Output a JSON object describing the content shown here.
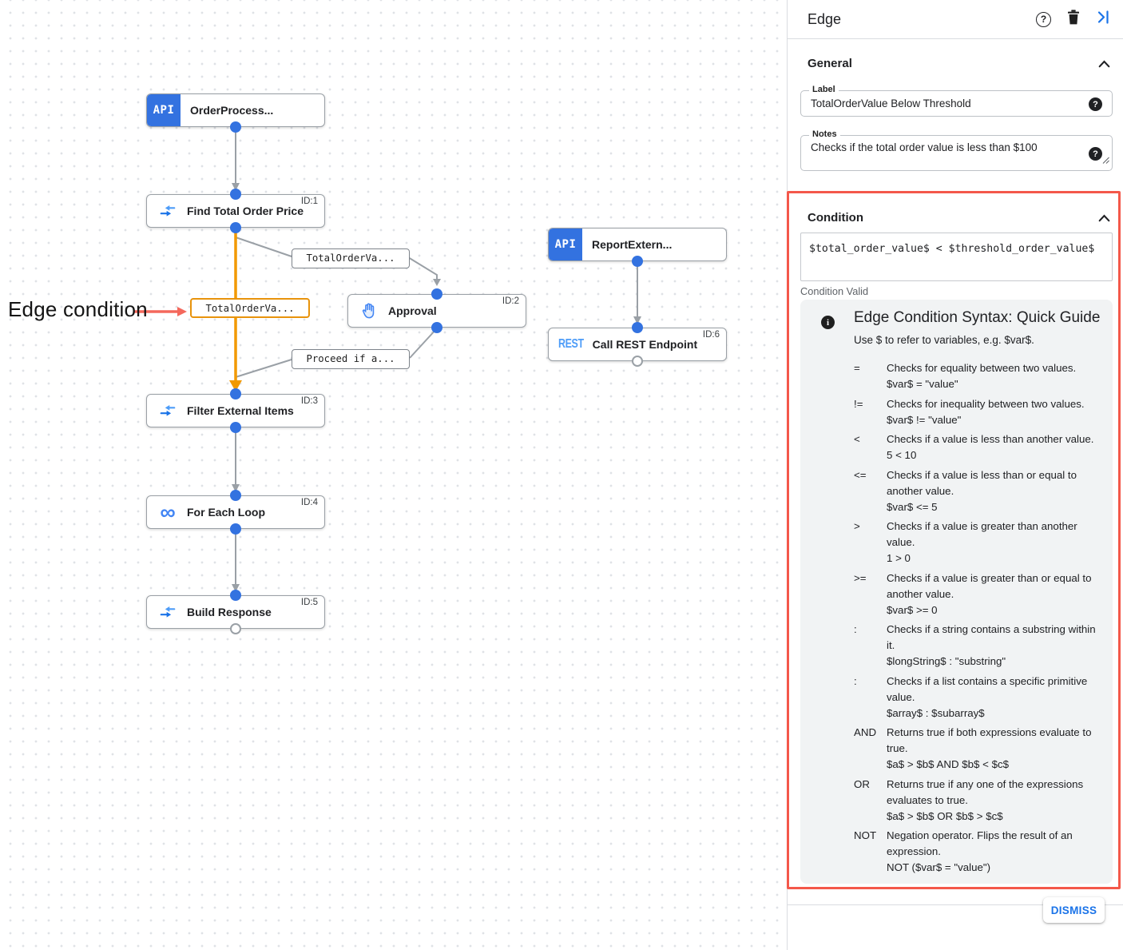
{
  "colors": {
    "accent_blue": "#1a73e8",
    "node_blue": "#3372e0",
    "icon_blue": "#4285f4",
    "selected_edge_orange": "#f29900",
    "highlight_red": "#f4584a",
    "edge_gray": "#9aa0a6",
    "guide_bg": "#f1f3f4"
  },
  "canvas": {
    "annotation": {
      "text": "Edge condition"
    },
    "badges": {
      "api": "API",
      "rest": "REST",
      "loop_glyph": "∞"
    },
    "nodes": [
      {
        "title": "OrderProcess...",
        "id": "",
        "type": "api-trigger"
      },
      {
        "title": "Find Total Order Price",
        "id": "ID:1",
        "type": "data-mapping"
      },
      {
        "title": "Approval",
        "id": "ID:2",
        "type": "approval"
      },
      {
        "title": "ReportExtern...",
        "id": "",
        "type": "api-trigger"
      },
      {
        "title": "Call REST Endpoint",
        "id": "ID:6",
        "type": "rest-task"
      },
      {
        "title": "Filter External Items",
        "id": "ID:3",
        "type": "data-mapping"
      },
      {
        "title": "For Each Loop",
        "id": "ID:4",
        "type": "loop"
      },
      {
        "title": "Build Response",
        "id": "ID:5",
        "type": "data-mapping"
      }
    ],
    "edge_labels": [
      {
        "text": "TotalOrderVa...",
        "selected": false
      },
      {
        "text": "TotalOrderVa...",
        "selected": true
      },
      {
        "text": "Proceed if a...",
        "selected": false
      }
    ]
  },
  "panel": {
    "title": "Edge",
    "general": {
      "heading": "General",
      "label_field": {
        "label": "Label",
        "value": "TotalOrderValue Below Threshold"
      },
      "notes_field": {
        "label": "Notes",
        "value": "Checks if the total order value is less than $100"
      }
    },
    "condition": {
      "heading": "Condition",
      "value": "$total_order_value$ < $threshold_order_value$",
      "status": "Condition Valid",
      "guide": {
        "title": "Edge Condition Syntax: Quick Guide",
        "subtitle": "Use $ to refer to variables, e.g. $var$.",
        "rows": [
          {
            "op": "=",
            "desc": "Checks for equality between two values.",
            "example": "$var$ = \"value\""
          },
          {
            "op": "!=",
            "desc": "Checks for inequality between two values.",
            "example": "$var$ != \"value\""
          },
          {
            "op": "<",
            "desc": "Checks if a value is less than another value.",
            "example": "5 < 10"
          },
          {
            "op": "<=",
            "desc": "Checks if a value is less than or equal to another value.",
            "example": "$var$ <= 5"
          },
          {
            "op": ">",
            "desc": "Checks if a value is greater than another value.",
            "example": "1 > 0"
          },
          {
            "op": ">=",
            "desc": "Checks if a value is greater than or equal to another value.",
            "example": "$var$ >= 0"
          },
          {
            "op": ":",
            "desc": "Checks if a string contains a substring within it.",
            "example": "$longString$ : \"substring\""
          },
          {
            "op": ":",
            "desc": "Checks if a list contains a specific primitive value.",
            "example": "$array$ : $subarray$"
          },
          {
            "op": "AND",
            "desc": "Returns true if both expressions evaluate to true.",
            "example": "$a$ > $b$ AND $b$ < $c$"
          },
          {
            "op": "OR",
            "desc": "Returns true if any one of the expressions evaluates to true.",
            "example": "$a$ > $b$ OR $b$ > $c$"
          },
          {
            "op": "NOT",
            "desc": "Negation operator. Flips the result of an expression.",
            "example": "NOT ($var$ = \"value\")"
          }
        ]
      }
    },
    "dismiss_label": "DISMISS"
  }
}
